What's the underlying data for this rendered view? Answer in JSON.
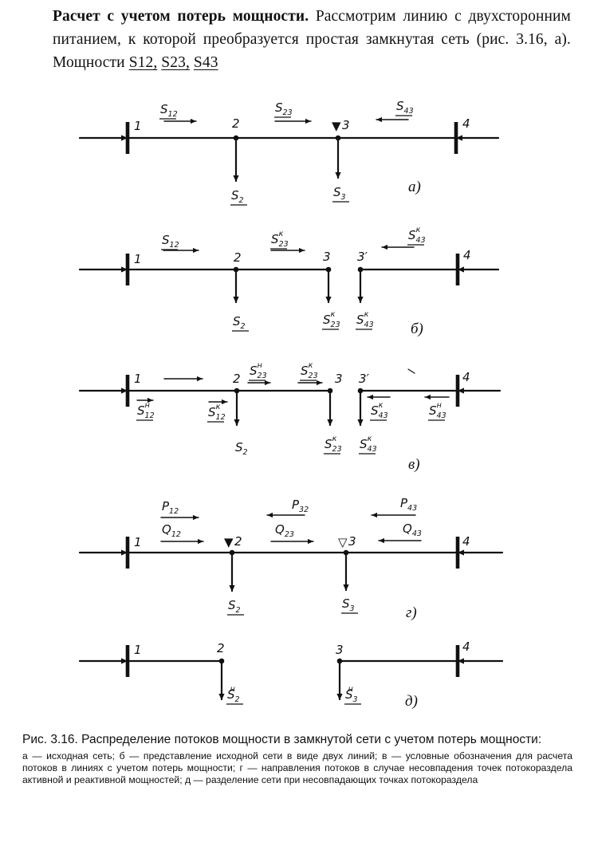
{
  "intro": {
    "title": "Расчет с учетом потерь мощности.",
    "text": "Рассмотрим линию с двухсторонним питанием, к которой преобразуется простая замкнутая сеть (рис. 3.16, а). Мощности",
    "vars": [
      "S12,",
      "S23,",
      "S43"
    ]
  },
  "figure": {
    "panels": [
      {
        "id": "a",
        "tag": "а)",
        "nodes": [
          {
            "label": "1",
            "sup": ""
          },
          {
            "label": "2",
            "sup": ""
          },
          {
            "label": "3",
            "sup": "",
            "marker": "▼"
          },
          {
            "label": "4",
            "sup": ""
          }
        ],
        "flows": [
          {
            "label": "S",
            "sub": "12",
            "sup": "",
            "dir": "right"
          },
          {
            "label": "S",
            "sub": "23",
            "sup": "",
            "dir": "right"
          },
          {
            "label": "S",
            "sub": "43",
            "sup": "",
            "dir": "left"
          }
        ],
        "loads": [
          {
            "label": "S",
            "sub": "2",
            "sup": ""
          },
          {
            "label": "S",
            "sub": "3",
            "sup": ""
          }
        ]
      },
      {
        "id": "b",
        "tag": "б)",
        "nodes": [
          {
            "label": "1",
            "sup": ""
          },
          {
            "label": "2",
            "sup": ""
          },
          {
            "label": "3",
            "sup": ""
          },
          {
            "label": "3",
            "sup": "′"
          },
          {
            "label": "4",
            "sup": ""
          }
        ],
        "flows": [
          {
            "label": "S",
            "sub": "12",
            "sup": "",
            "dir": "right"
          },
          {
            "label": "S",
            "sub": "23",
            "sup": "к",
            "dir": "right"
          },
          {
            "label": "S",
            "sub": "43",
            "sup": "к",
            "dir": "left"
          }
        ],
        "loads": [
          {
            "label": "S",
            "sub": "2",
            "sup": ""
          },
          {
            "label": "S",
            "sub": "23",
            "sup": "к"
          },
          {
            "label": "S",
            "sub": "43",
            "sup": "к"
          }
        ]
      },
      {
        "id": "v",
        "tag": "в)",
        "nodes": [
          {
            "label": "1",
            "sup": ""
          },
          {
            "label": "2",
            "sup": ""
          },
          {
            "label": "3",
            "sup": ""
          },
          {
            "label": "3",
            "sup": "′"
          },
          {
            "label": "4",
            "sup": ""
          }
        ],
        "flows": [
          {
            "label": "S",
            "sub": "23",
            "sup": "н",
            "dir": "right"
          },
          {
            "label": "S",
            "sub": "23",
            "sup": "к",
            "dir": "right"
          },
          {
            "label": "S",
            "sub": "12",
            "sup": "н",
            "dir": "right"
          },
          {
            "label": "S",
            "sub": "12",
            "sup": "к",
            "dir": "right"
          },
          {
            "label": "S",
            "sub": "43",
            "sup": "к",
            "dir": "left"
          },
          {
            "label": "S",
            "sub": "43",
            "sup": "н",
            "dir": "left"
          }
        ],
        "loads": [
          {
            "label": "S",
            "sub": "2",
            "sup": ""
          },
          {
            "label": "S",
            "sub": "23",
            "sup": "к"
          },
          {
            "label": "S",
            "sub": "43",
            "sup": "к"
          }
        ]
      },
      {
        "id": "g",
        "tag": "г)",
        "nodes": [
          {
            "label": "1",
            "sup": ""
          },
          {
            "label": "2",
            "sup": "",
            "marker": "▼"
          },
          {
            "label": "3",
            "sup": "",
            "marker": "▽"
          },
          {
            "label": "4",
            "sup": ""
          }
        ],
        "flows": [
          {
            "label": "P",
            "sub": "12",
            "sup": "",
            "dir": "right"
          },
          {
            "label": "P",
            "sub": "32",
            "sup": "",
            "dir": "left"
          },
          {
            "label": "P",
            "sub": "43",
            "sup": "",
            "dir": "left"
          },
          {
            "label": "Q",
            "sub": "12",
            "sup": "",
            "dir": "right"
          },
          {
            "label": "Q",
            "sub": "23",
            "sup": "",
            "dir": "right"
          },
          {
            "label": "Q",
            "sub": "43",
            "sup": "",
            "dir": "left"
          }
        ],
        "loads": [
          {
            "label": "S",
            "sub": "2",
            "sup": ""
          },
          {
            "label": "S",
            "sub": "3",
            "sup": ""
          }
        ]
      },
      {
        "id": "d",
        "tag": "д)",
        "nodes": [
          {
            "label": "1",
            "sup": ""
          },
          {
            "label": "2",
            "sup": ""
          },
          {
            "label": "3",
            "sup": ""
          },
          {
            "label": "4",
            "sup": ""
          }
        ],
        "flows": [],
        "loads": [
          {
            "label": "S",
            "sub": "2",
            "sup": "н"
          },
          {
            "label": "S",
            "sub": "3",
            "sup": "н"
          }
        ]
      }
    ]
  },
  "caption": {
    "main": "Рис. 3.16. Распределение потоков мощности в замкнутой сети с учетом потерь мощности:",
    "legend": "а — исходная сеть; б — представление исходной сети в виде двух линий; в — условные обозначения для расчета потоков в линиях с учетом потерь мощности; г — направления потоков в случае несовпадения точек потокораздела активной и реактивной мощностей; д — разделение сети при несовпадающих точках потокораздела"
  }
}
